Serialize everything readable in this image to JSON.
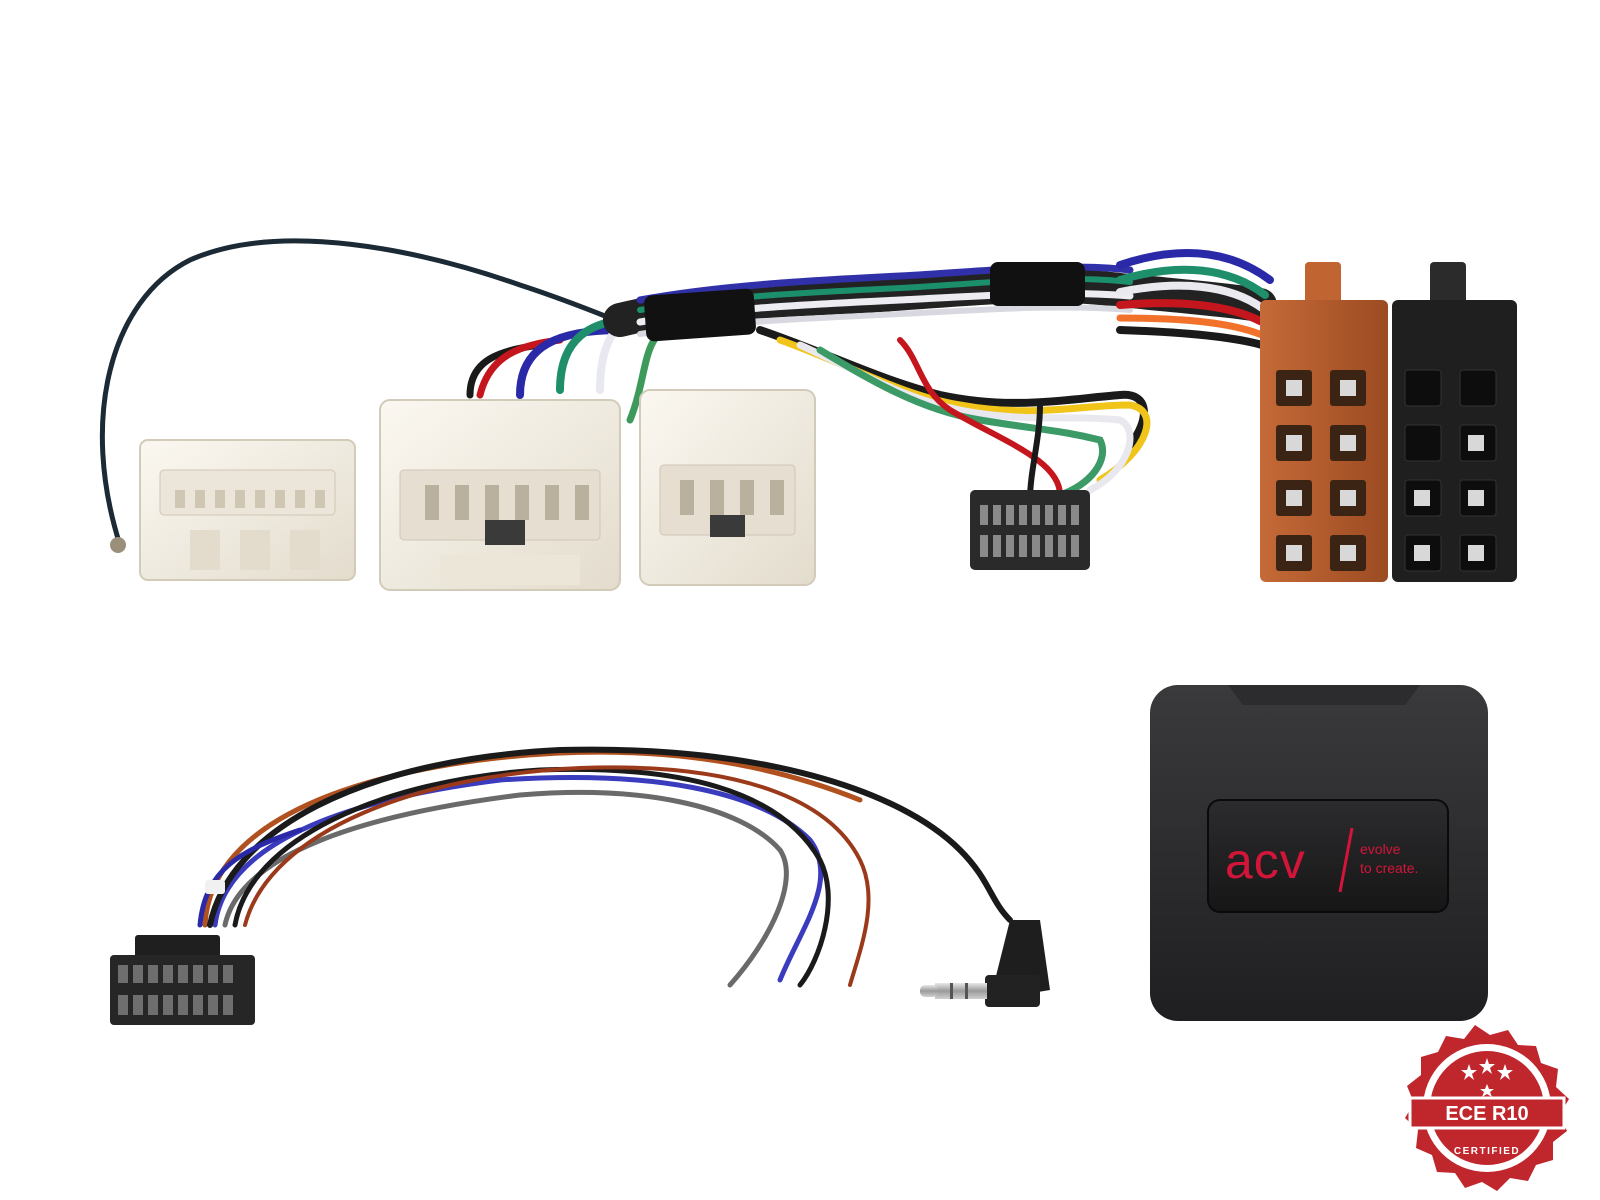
{
  "module": {
    "brand": "acv",
    "slogan_line1": "evolve",
    "slogan_line2": "to create."
  },
  "badge": {
    "label": "ECE R10",
    "sublabel": "CERTIFIED"
  },
  "colors": {
    "background": "#ffffff",
    "brand_red": "#c8102e",
    "module_body": "#2a2a2c",
    "badge_red": "#c0272d",
    "connector_white": "#f1ece2",
    "iso_brown": "#b2592c",
    "iso_black": "#1e1e1e"
  },
  "icons": [
    "harness-image",
    "steering-wheel-interface-module",
    "certification-seal"
  ]
}
